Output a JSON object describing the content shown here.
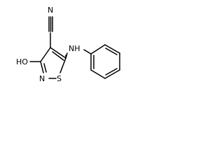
{
  "molecule": {
    "atom_labels": {
      "nitrile_n": "N",
      "hydroxyl": "HO",
      "ring_n": "N",
      "ring_s": "S",
      "amine": "NH"
    }
  }
}
